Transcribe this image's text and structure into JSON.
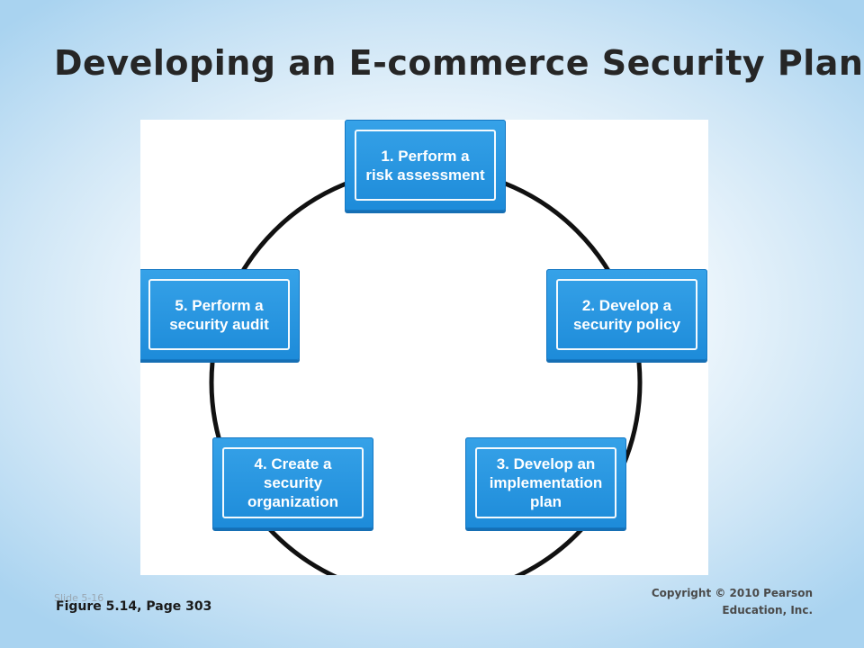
{
  "slide": {
    "title": "Developing an E-commerce Security Plan",
    "caption": "Figure 5.14, Page 303",
    "slide_number": "Slide 5-16",
    "copyright": "Copyright © 2010 Pearson\nEducation, Inc."
  },
  "diagram": {
    "steps": [
      {
        "label": "1.  Perform  a\nrisk  assessment"
      },
      {
        "label": "2.  Develop  a\nsecurity  policy"
      },
      {
        "label": "3.  Develop  an\nimplementation\nplan"
      },
      {
        "label": "4.  Create  a\nsecurity\norganization"
      },
      {
        "label": "5.  Perform  a\nsecurity  audit"
      }
    ]
  },
  "colors": {
    "box_fill": "#2a98e2",
    "box_border": "#ffffff",
    "circle": "#111111",
    "title": "#262626"
  }
}
